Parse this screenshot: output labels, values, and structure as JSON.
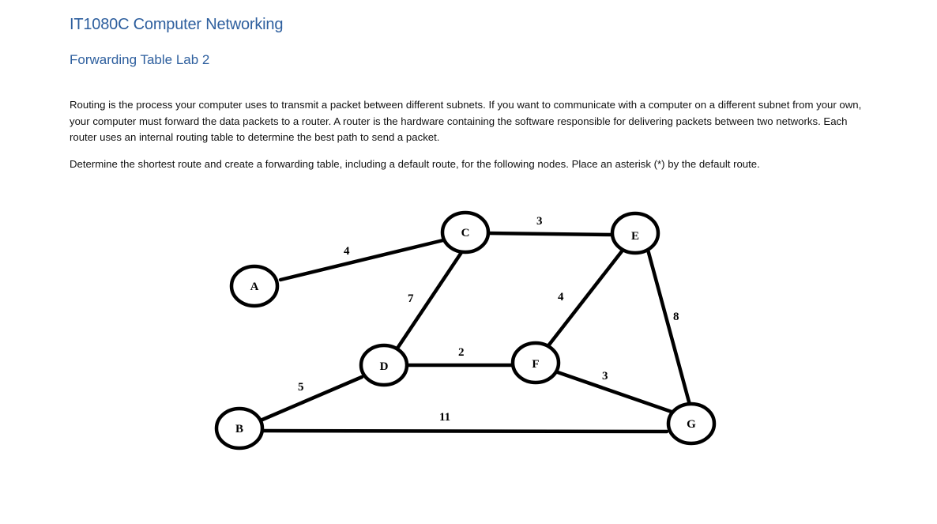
{
  "document": {
    "title": "IT1080C Computer Networking",
    "subtitle": "Forwarding Table Lab 2",
    "paragraph_1": "Routing is the process your computer uses to transmit a packet between different subnets. If you want to communicate with a computer on a different subnet from your own, your computer must forward the data packets to a router. A router is the hardware containing the software responsible for delivering packets between two networks. Each router uses an internal routing table to determine the best path to send a packet.",
    "paragraph_2": "Determine the shortest route and create a forwarding table, including a default route, for the following nodes. Place an asterisk (*) by the default route."
  },
  "graph": {
    "nodes": [
      {
        "id": "A",
        "label": "A"
      },
      {
        "id": "B",
        "label": "B"
      },
      {
        "id": "C",
        "label": "C"
      },
      {
        "id": "D",
        "label": "D"
      },
      {
        "id": "E",
        "label": "E"
      },
      {
        "id": "F",
        "label": "F"
      },
      {
        "id": "G",
        "label": "G"
      }
    ],
    "edges": [
      {
        "from": "A",
        "to": "C",
        "weight": "4"
      },
      {
        "from": "C",
        "to": "E",
        "weight": "3"
      },
      {
        "from": "C",
        "to": "D",
        "weight": "7"
      },
      {
        "from": "E",
        "to": "F",
        "weight": "4"
      },
      {
        "from": "E",
        "to": "G",
        "weight": "8"
      },
      {
        "from": "D",
        "to": "F",
        "weight": "2"
      },
      {
        "from": "F",
        "to": "G",
        "weight": "3"
      },
      {
        "from": "B",
        "to": "D",
        "weight": "5"
      },
      {
        "from": "B",
        "to": "G",
        "weight": "11"
      }
    ]
  }
}
